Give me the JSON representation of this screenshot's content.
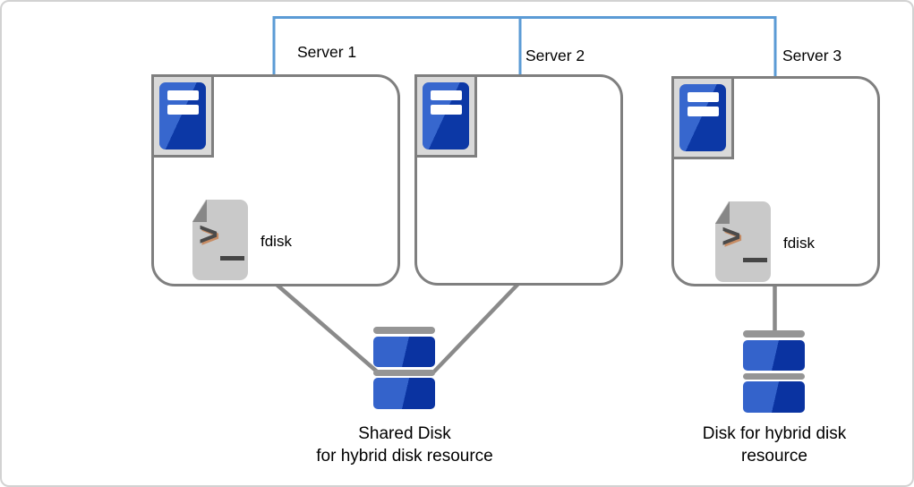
{
  "servers": [
    {
      "label": "Server 1",
      "tool_label": "fdisk"
    },
    {
      "label": "Server 2"
    },
    {
      "label": "Server 3",
      "tool_label": "fdisk"
    }
  ],
  "shared_disk_caption": {
    "line1": "Shared Disk",
    "line2": "for hybrid disk resource"
  },
  "single_disk_caption": {
    "line1": "Disk for hybrid disk",
    "line2": "resource"
  },
  "colors": {
    "interconnect_blue": "#5b9bd5",
    "connector_gray": "#8a8a8a",
    "box_border_gray": "#7f7f7f",
    "server_icon_blue_light": "#3767ce",
    "server_icon_blue_dark": "#0c38a6",
    "disk_blue_light": "#3463cb",
    "disk_blue_dark": "#0a33a1",
    "document_gray": "#c9c9c9"
  }
}
